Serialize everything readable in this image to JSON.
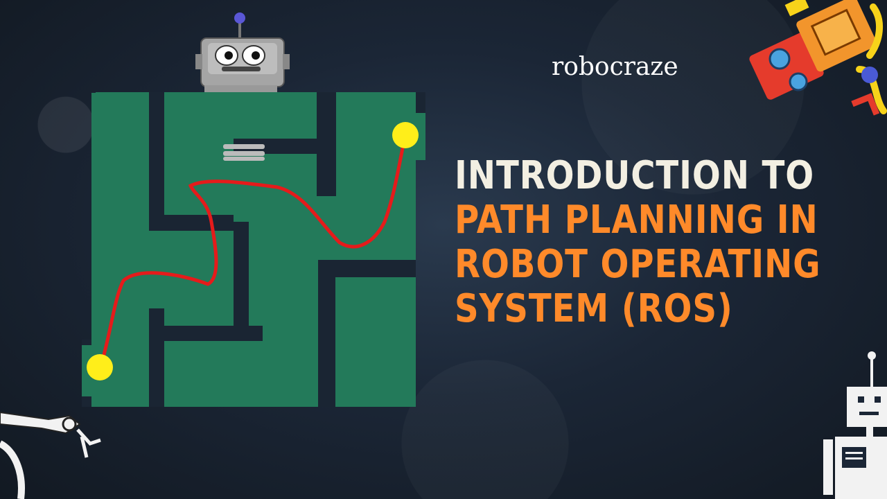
{
  "brand": {
    "name": "robocraze"
  },
  "headline": {
    "line1": "INTRODUCTION TO",
    "line2": "PATH PLANNING IN",
    "line3": "ROBOT OPERATING",
    "line4": "SYSTEM (ROS)"
  },
  "colors": {
    "maze_green": "#237a5a",
    "path_red": "#e51b1b",
    "endpoint_yellow": "#ffee1a",
    "title_white": "#f3efe2",
    "title_orange": "#ff8a2a"
  },
  "icons": {
    "robot_top": "robot-head-icon",
    "robot_corner": "toy-robot-icon",
    "robot_arm": "robot-arm-icon",
    "robot_bottom_right": "robot-outline-icon"
  }
}
